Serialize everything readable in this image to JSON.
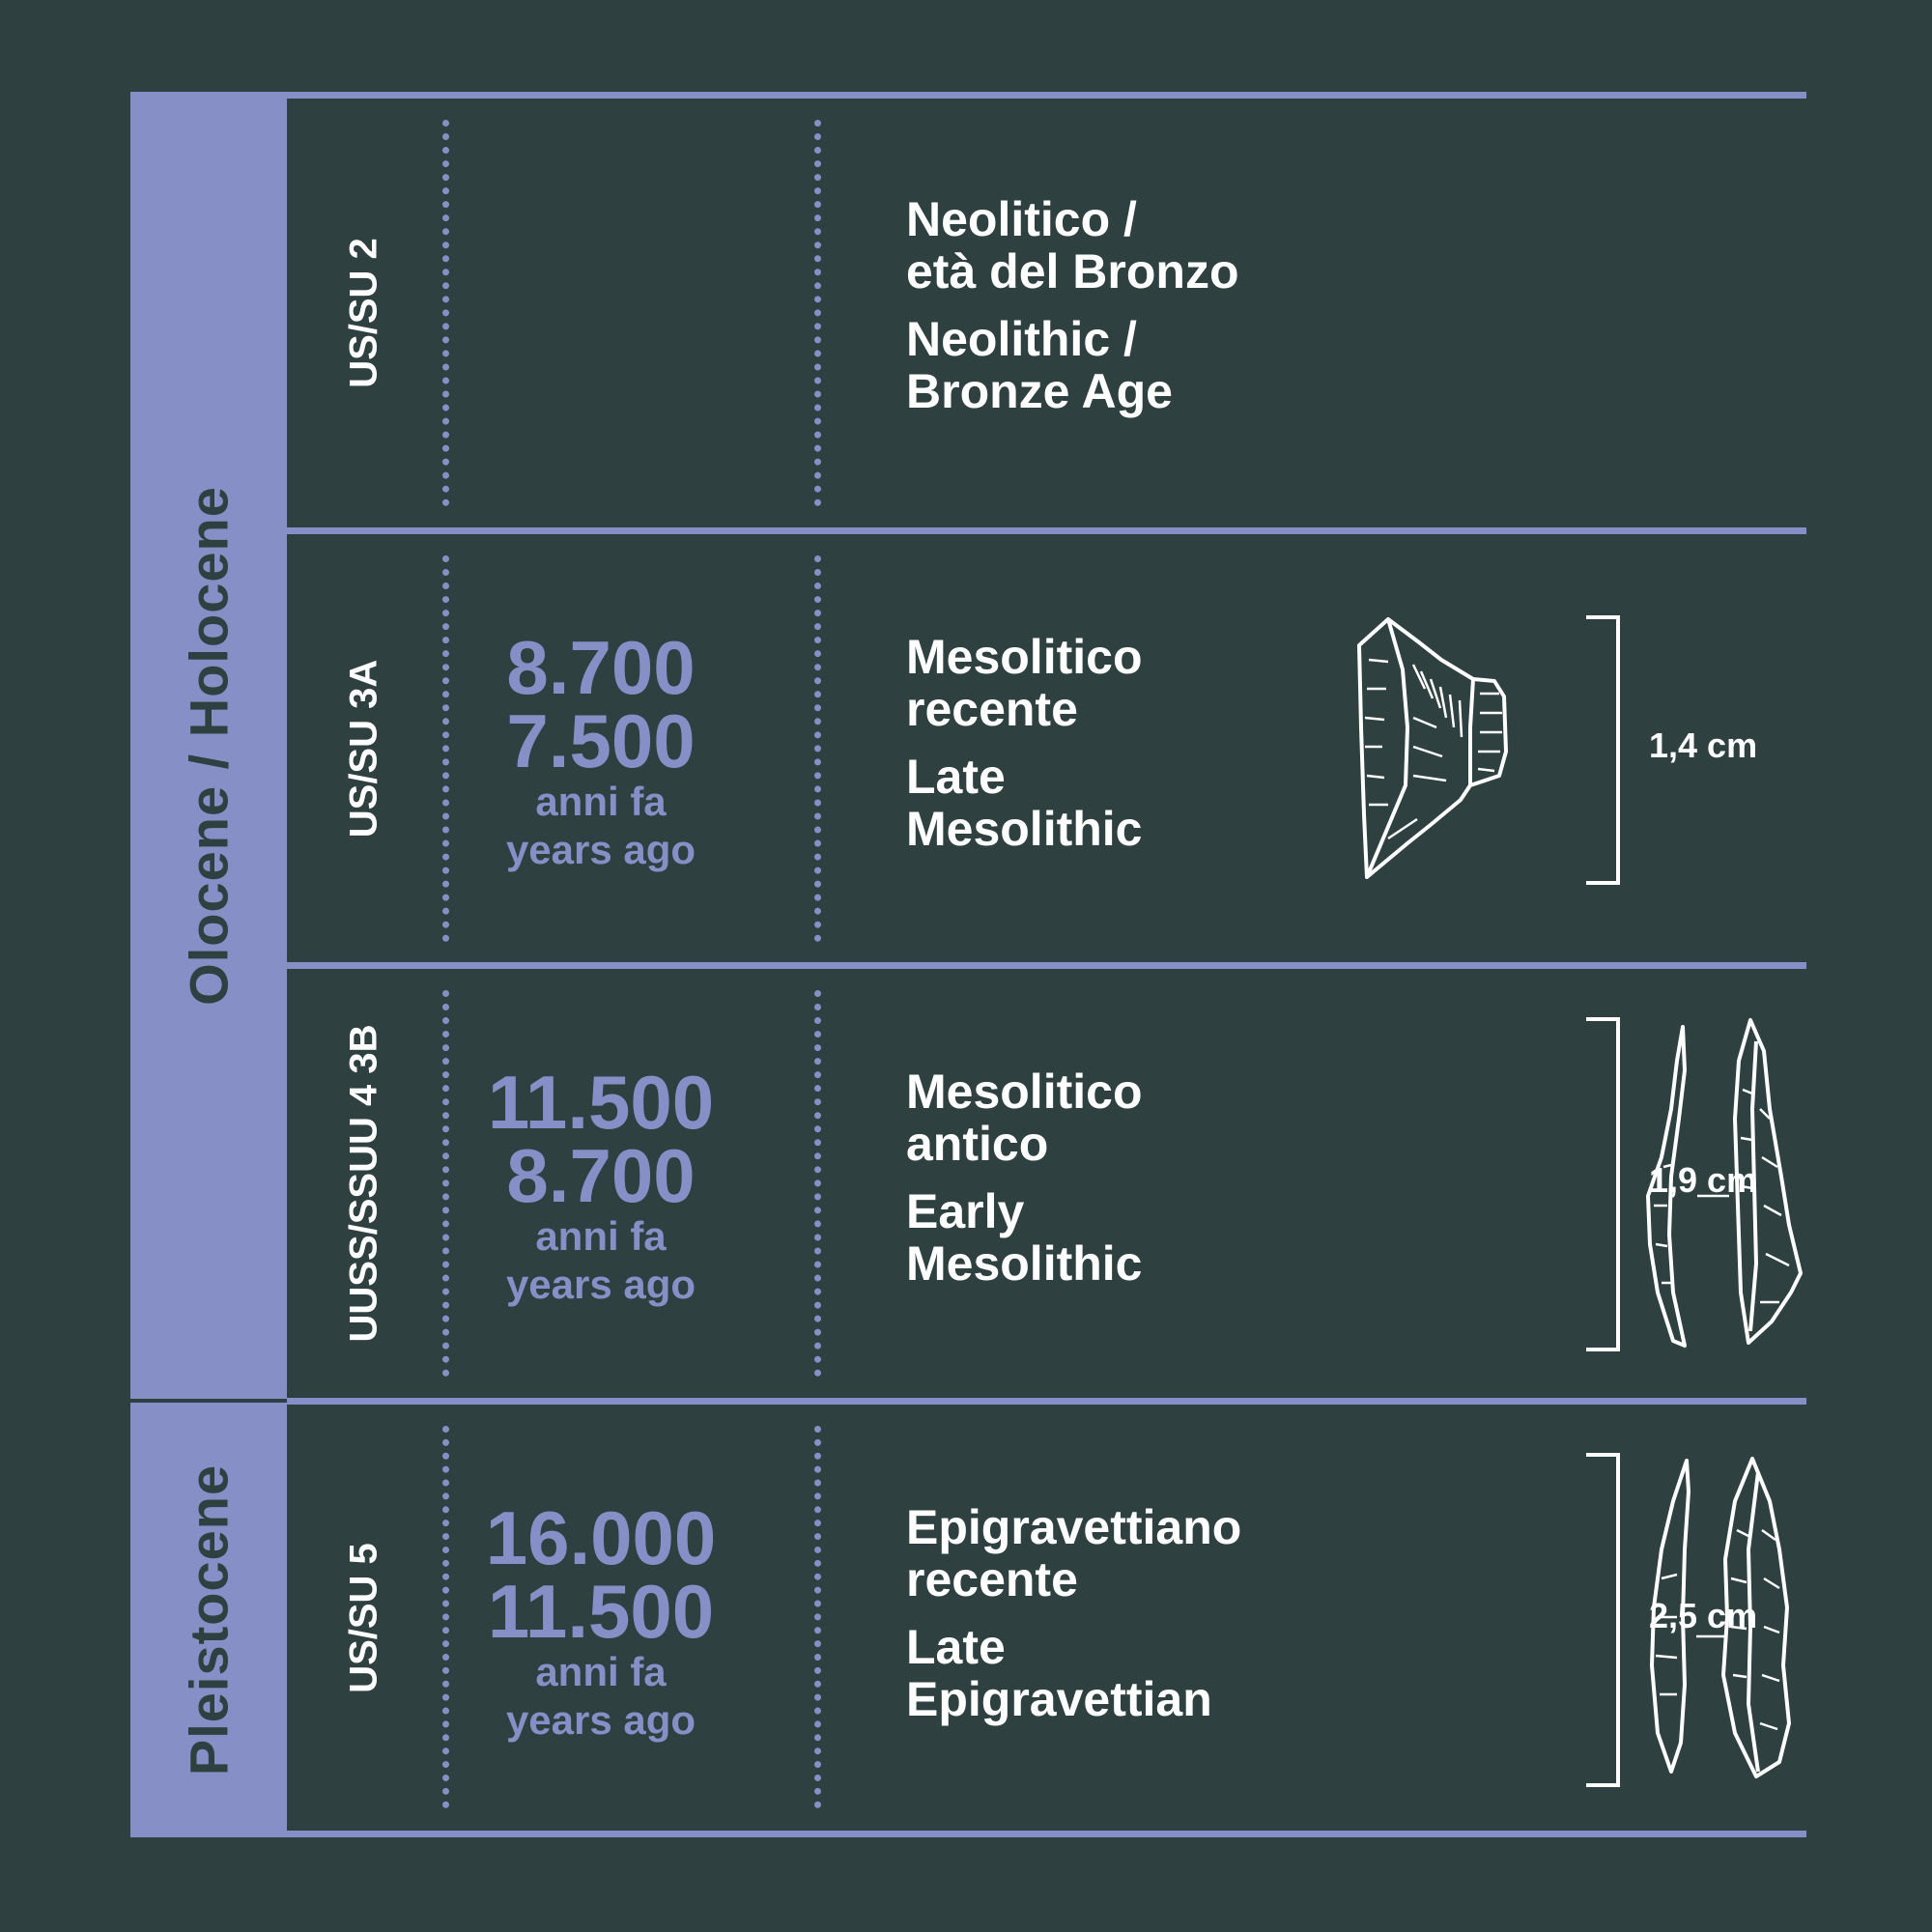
{
  "epochs": {
    "holocene": "Olocene / Holocene",
    "pleistocene": "Pleistocene"
  },
  "rows": [
    {
      "layer": "US/SU 2",
      "date_top": "",
      "date_bottom": "",
      "unit_it": "",
      "unit_en": "",
      "period_it_1": "Neolitico /",
      "period_it_2": "età del Bronzo",
      "period_en_1": "Neolithic /",
      "period_en_2": "Bronze Age",
      "scale": ""
    },
    {
      "layer": "US/SU 3A",
      "date_top": "8.700",
      "date_bottom": "7.500",
      "unit_it": "anni fa",
      "unit_en": "years ago",
      "period_it_1": "Mesolitico",
      "period_it_2": "recente",
      "period_en_1": "Late",
      "period_en_2": "Mesolithic",
      "scale": "1,4 cm"
    },
    {
      "layer": "UUSS/SSUU 4 3B",
      "date_top": "11.500",
      "date_bottom": "8.700",
      "unit_it": "anni fa",
      "unit_en": "years ago",
      "period_it_1": "Mesolitico",
      "period_it_2": "antico",
      "period_en_1": "Early",
      "period_en_2": "Mesolithic",
      "scale": "1,9 cm"
    },
    {
      "layer": "US/SU 5",
      "date_top": "16.000",
      "date_bottom": "11.500",
      "unit_it": "anni fa",
      "unit_en": "years ago",
      "period_it_1": "Epigravettiano",
      "period_it_2": "recente",
      "period_en_1": "Late",
      "period_en_2": "Epigravettian",
      "scale": "2,5 cm"
    }
  ],
  "colors": {
    "background": "#2e403f",
    "accent": "#8790c6",
    "text": "#ffffff"
  }
}
